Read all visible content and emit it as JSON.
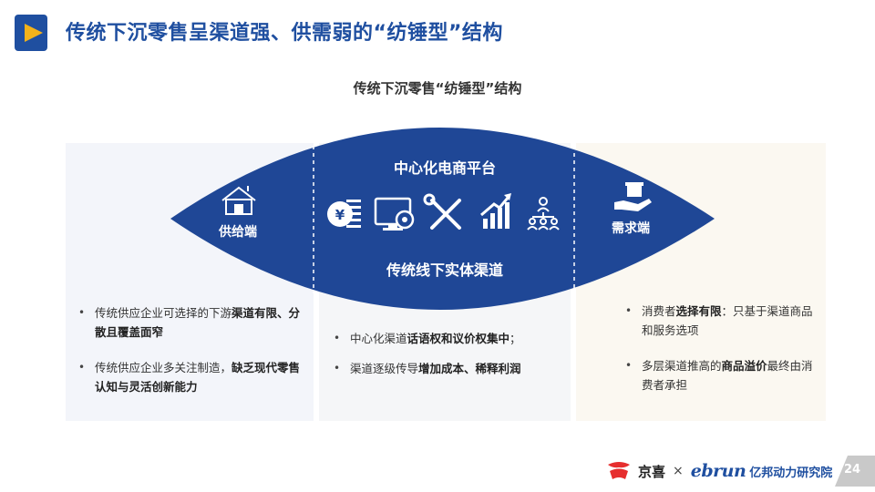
{
  "header": {
    "title": "传统下沉零售呈渠道强、供需弱的“纺锤型”结构"
  },
  "subtitle": "传统下沉零售“纺锤型”结构",
  "diagram": {
    "supply_label": "供给端",
    "demand_label": "需求端",
    "platform_label": "中心化电商平台",
    "channel_label": "传统线下实体渠道",
    "icons": [
      "house-icon",
      "yuan-coin-icon",
      "monitor-gear-icon",
      "tools-icon",
      "growth-chart-icon",
      "org-chart-icon",
      "hand-box-icon"
    ]
  },
  "left_panel": {
    "bullets": [
      {
        "parts": [
          {
            "text": "传统供应企业可选择的下游",
            "bold": false
          },
          {
            "text": "渠道有限、分散且覆盖面窄",
            "bold": true
          }
        ]
      },
      {
        "parts": [
          {
            "text": "传统供应企业多关注制造，",
            "bold": false
          },
          {
            "text": "缺乏现代零售认知与灵活创新能力",
            "bold": true
          }
        ]
      }
    ]
  },
  "middle_panel": {
    "bullets": [
      {
        "parts": [
          {
            "text": "中心化渠道",
            "bold": false
          },
          {
            "text": "话语权和议价权集中",
            "bold": true
          },
          {
            "text": "；",
            "bold": false
          }
        ]
      },
      {
        "parts": [
          {
            "text": "渠道逐级传导",
            "bold": false
          },
          {
            "text": "增加成本、稀释利润",
            "bold": true
          }
        ]
      }
    ]
  },
  "right_panel": {
    "bullets": [
      {
        "parts": [
          {
            "text": "消费者",
            "bold": false
          },
          {
            "text": "选择有限",
            "bold": true
          },
          {
            "text": "：只基于渠道商品和服务选项",
            "bold": false
          }
        ]
      },
      {
        "parts": [
          {
            "text": "多层渠道推高的",
            "bold": false
          },
          {
            "text": "商品溢价",
            "bold": true
          },
          {
            "text": "最终由消费者承担",
            "bold": false
          }
        ]
      }
    ]
  },
  "footer": {
    "brand1": "京喜",
    "times": "×",
    "brand2": "ebrun",
    "brand3": "亿邦动力研究院",
    "page": "24"
  },
  "colors": {
    "primary": "#1f4fa0",
    "eye": "#1f4796",
    "accent_yellow": "#f3b21a",
    "red": "#e62e2e"
  }
}
